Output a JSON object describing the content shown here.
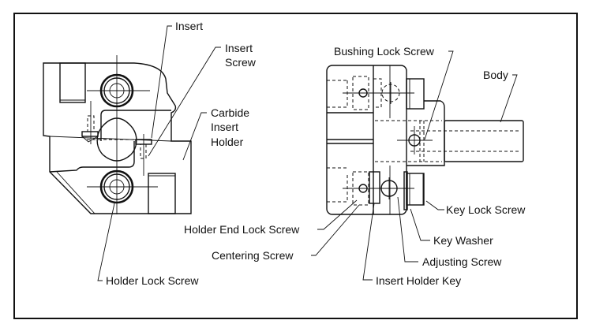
{
  "left_view": {
    "labels": {
      "insert": "Insert",
      "insert_screw_1": "Insert",
      "insert_screw_2": "Screw",
      "carbide_1": "Carbide",
      "carbide_2": "Insert",
      "carbide_3": "Holder",
      "holder_lock_screw": "Holder Lock Screw"
    }
  },
  "right_view": {
    "labels": {
      "bushing_lock_screw": "Bushing Lock Screw",
      "body": "Body",
      "key_lock_screw": "Key Lock Screw",
      "holder_end_lock_screw": "Holder End Lock Screw",
      "key_washer": "Key Washer",
      "centering_screw": "Centering Screw",
      "adjusting_screw": "Adjusting Screw",
      "insert_holder_key": "Insert Holder Key"
    }
  }
}
